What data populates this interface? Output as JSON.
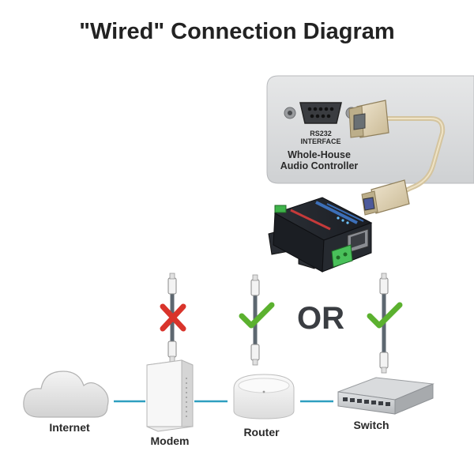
{
  "title": "\"Wired\" Connection Diagram",
  "controller": {
    "port_label_line1": "RS232",
    "port_label_line2": "INTERFACE",
    "name_line1": "Whole-House",
    "name_line2": "Audio Controller"
  },
  "or_text": "OR",
  "devices": {
    "internet": "Internet",
    "modem": "Modem",
    "router": "Router",
    "switch": "Switch"
  },
  "connection_status": {
    "modem": "not-supported",
    "router": "supported",
    "switch": "supported"
  },
  "colors": {
    "link_line": "#2e9fc0",
    "check": "#5bb12f",
    "cross": "#d9342b",
    "cable": "#d8c9a6",
    "ethernet_cable": "#5d6770"
  },
  "icons": {
    "internet": "cloud-icon",
    "modem": "modem-icon",
    "router": "router-icon",
    "switch": "network-switch-icon",
    "converter": "serial-to-ethernet-converter-icon",
    "check": "checkmark-icon",
    "cross": "x-icon"
  }
}
